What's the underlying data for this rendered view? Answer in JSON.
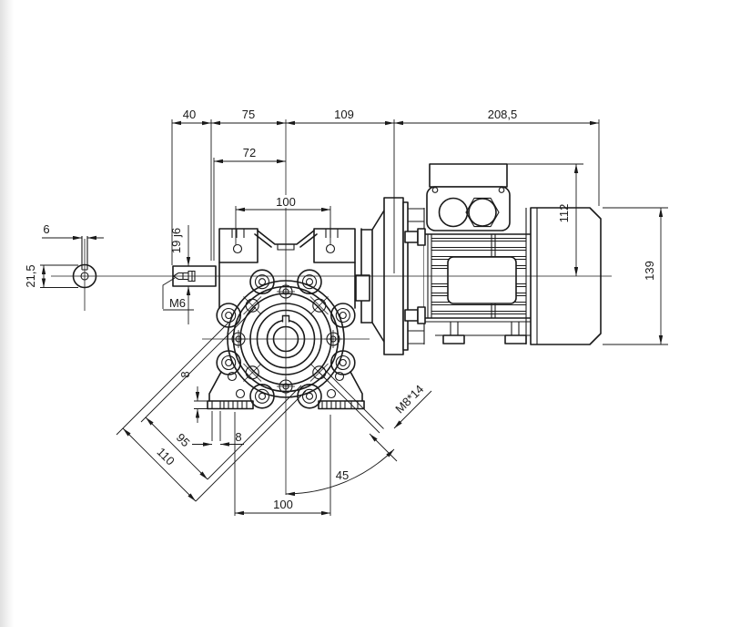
{
  "drawing": {
    "dims": {
      "shaft_length": "40",
      "face_to_center": "75",
      "gearbox_to_flange": "109",
      "motor_length": "208,5",
      "face_to_center_upper": "72",
      "top_hole_spacing": "100",
      "key_width": "6",
      "key_height": "21,5",
      "input_shaft_dia": "19 j6",
      "center_tap": "M6",
      "motor_center_to_top": "112",
      "fan_cover_height": "139",
      "foot_pad_height": "8",
      "foot_lip_width": "8",
      "diag_inner": "95",
      "diag_outer": "110",
      "hole_angle": "45",
      "bottom_hole_spacing": "100",
      "thread_callout": "M8*14"
    }
  }
}
